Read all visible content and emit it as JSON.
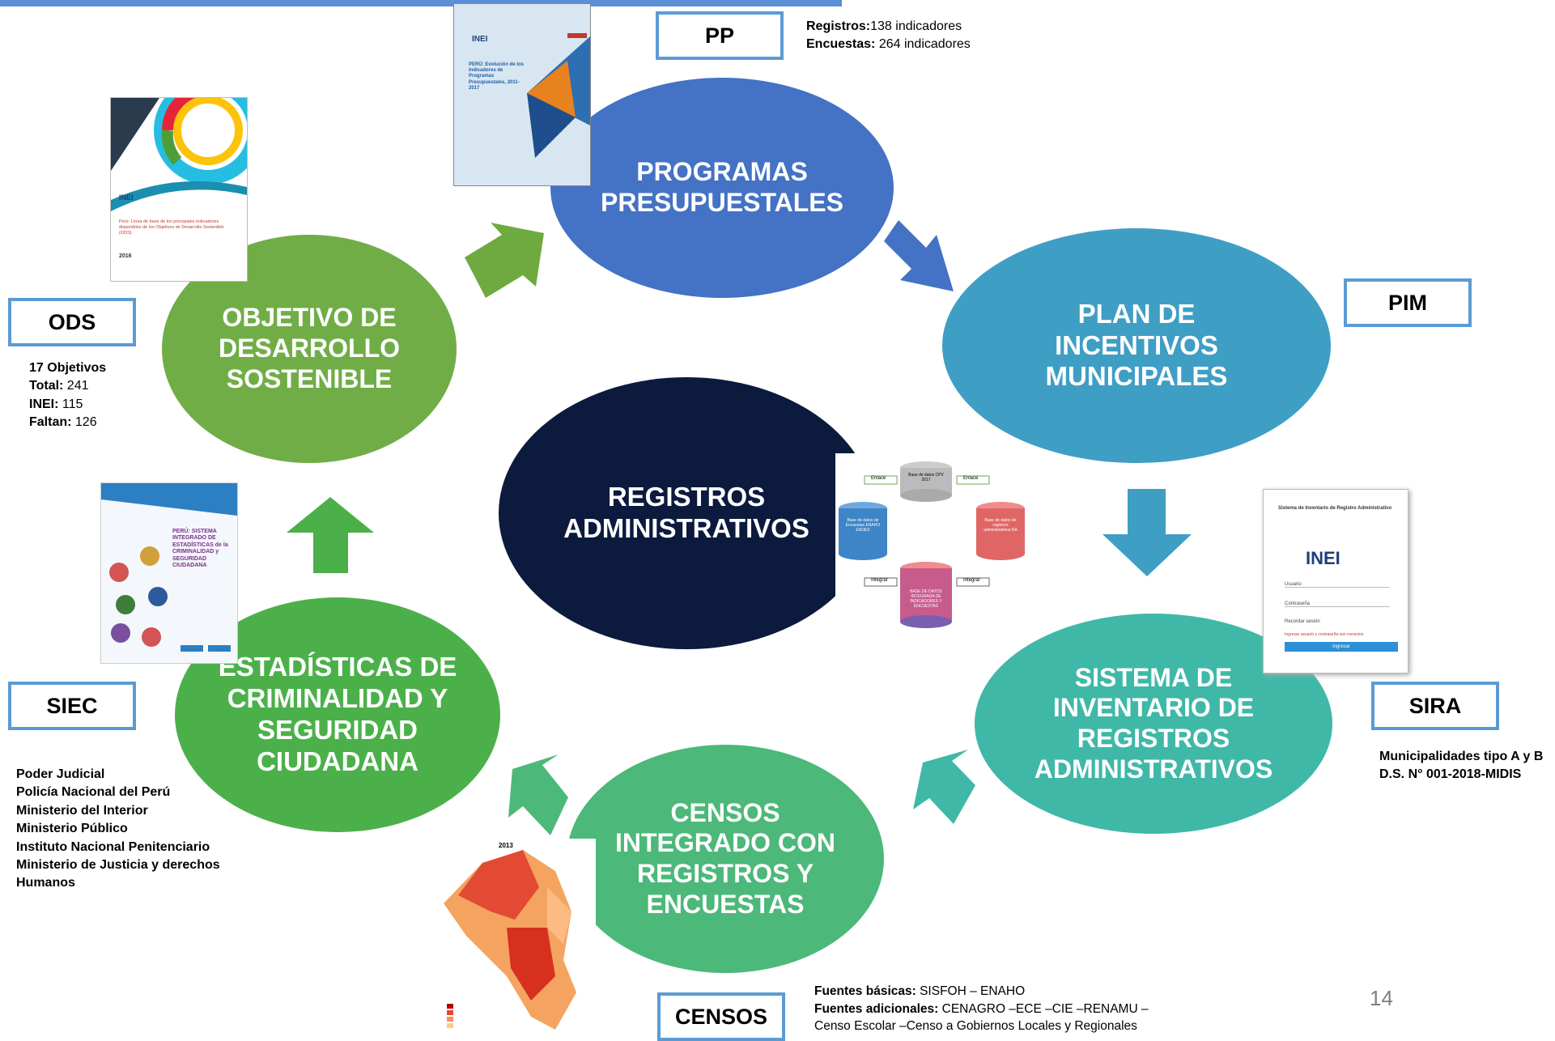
{
  "nodes": {
    "center": "REGISTROS\nADMINISTRATIVOS",
    "pp": "PROGRAMAS\nPRESUPUESTALES",
    "pim": "PLAN DE\nINCENTIVOS\nMUNICIPALES",
    "sira": "SISTEMA DE\nINVENTARIO DE\nREGISTROS\nADMINISTRATIVOS",
    "censos": "CENSOS\nINTEGRADO CON\nREGISTROS Y\nENCUESTAS",
    "siec": "ESTADÍSTICAS DE\nCRIMINALIDAD Y\nSEGURIDAD\nCIUDADANA",
    "ods": "OBJETIVO DE\nDESARROLLO\nSOSTENIBLE"
  },
  "tags": {
    "pp": "PP",
    "pim": "PIM",
    "sira": "SIRA",
    "censos": "CENSOS",
    "siec": "SIEC",
    "ods": "ODS"
  },
  "info": {
    "pp": {
      "reg_label": "Registros:",
      "reg_value": "138 indicadores",
      "enc_label": "Encuestas:",
      "enc_value": " 264 indicadores"
    },
    "ods": {
      "line1": "17 Objetivos",
      "total_label": "Total:",
      "total_value": " 241",
      "inei_label": "INEI:",
      "inei_value": " 115",
      "faltan_label": "Faltan:",
      "faltan_value": " 126"
    },
    "sira": {
      "line1": "Municipalidades tipo A y B",
      "line2": "D.S. N° 001-2018-MIDIS"
    },
    "siec": [
      "Poder Judicial",
      "Policía Nacional del Perú",
      "Ministerio del Interior",
      "Ministerio Público",
      "Instituto Nacional Penitenciario",
      "Ministerio de Justicia y derechos",
      "Humanos"
    ],
    "censos": {
      "basic_label": "Fuentes básicas:",
      "basic_value": " SISFOH – ENAHO",
      "add_label": "Fuentes adicionales:",
      "add_value": " CENAGRO –ECE –CIE –RENAMU –",
      "line3": "Censo Escolar –Censo a Gobiernos Locales y Regionales"
    }
  },
  "thumbnails": {
    "pp_cover": {
      "brand": "INEI",
      "title": "PERÚ: Evolución de los Indicadores de Programas Presupuestales, 2011-2017"
    },
    "ods_cover": {
      "brand": "INEI",
      "title": "Perú: Línea de base de los principales indicadores disponibles de los Objetivos de Desarrollo Sostenible (ODS)",
      "year": "2016"
    },
    "siec_cover": {
      "title": "PERÚ: SISTEMA INTEGRADO DE ESTADÍSTICAS de la CRIMINALIDAD y SEGURIDAD CIUDADANA"
    },
    "sira_login": {
      "title": "Sistema de Inventario de Registro Administrativo",
      "brand": "INEI",
      "user": "Usuario",
      "password": "Contraseña",
      "remember": "Recordar sesión",
      "error": "Ingresar usuario y contraseña son correctos",
      "button": "Ingresar"
    },
    "db_diagram": {
      "db_top": "Base de datos CPV 2017",
      "db_left": "Base de datos de Encuestas ENAHO ENDES",
      "db_right": "Base de datos de registros administrativos RA",
      "db_bottom": "BASE DE DATOS INTEGRADA DE INDICADORES Y ENCUESTAS",
      "enlace": "Enlace",
      "integrar": "Integrar"
    },
    "map": {
      "year": "2013"
    }
  },
  "page_number": "14",
  "colors": {
    "center": "#0c1a3e",
    "pp": "#4472c4",
    "pim": "#3f9ec4",
    "sira": "#3fb8a7",
    "censos": "#4cb87a",
    "siec": "#4cb04a",
    "ods": "#70ad47",
    "box_border": "#5b9bd5"
  }
}
